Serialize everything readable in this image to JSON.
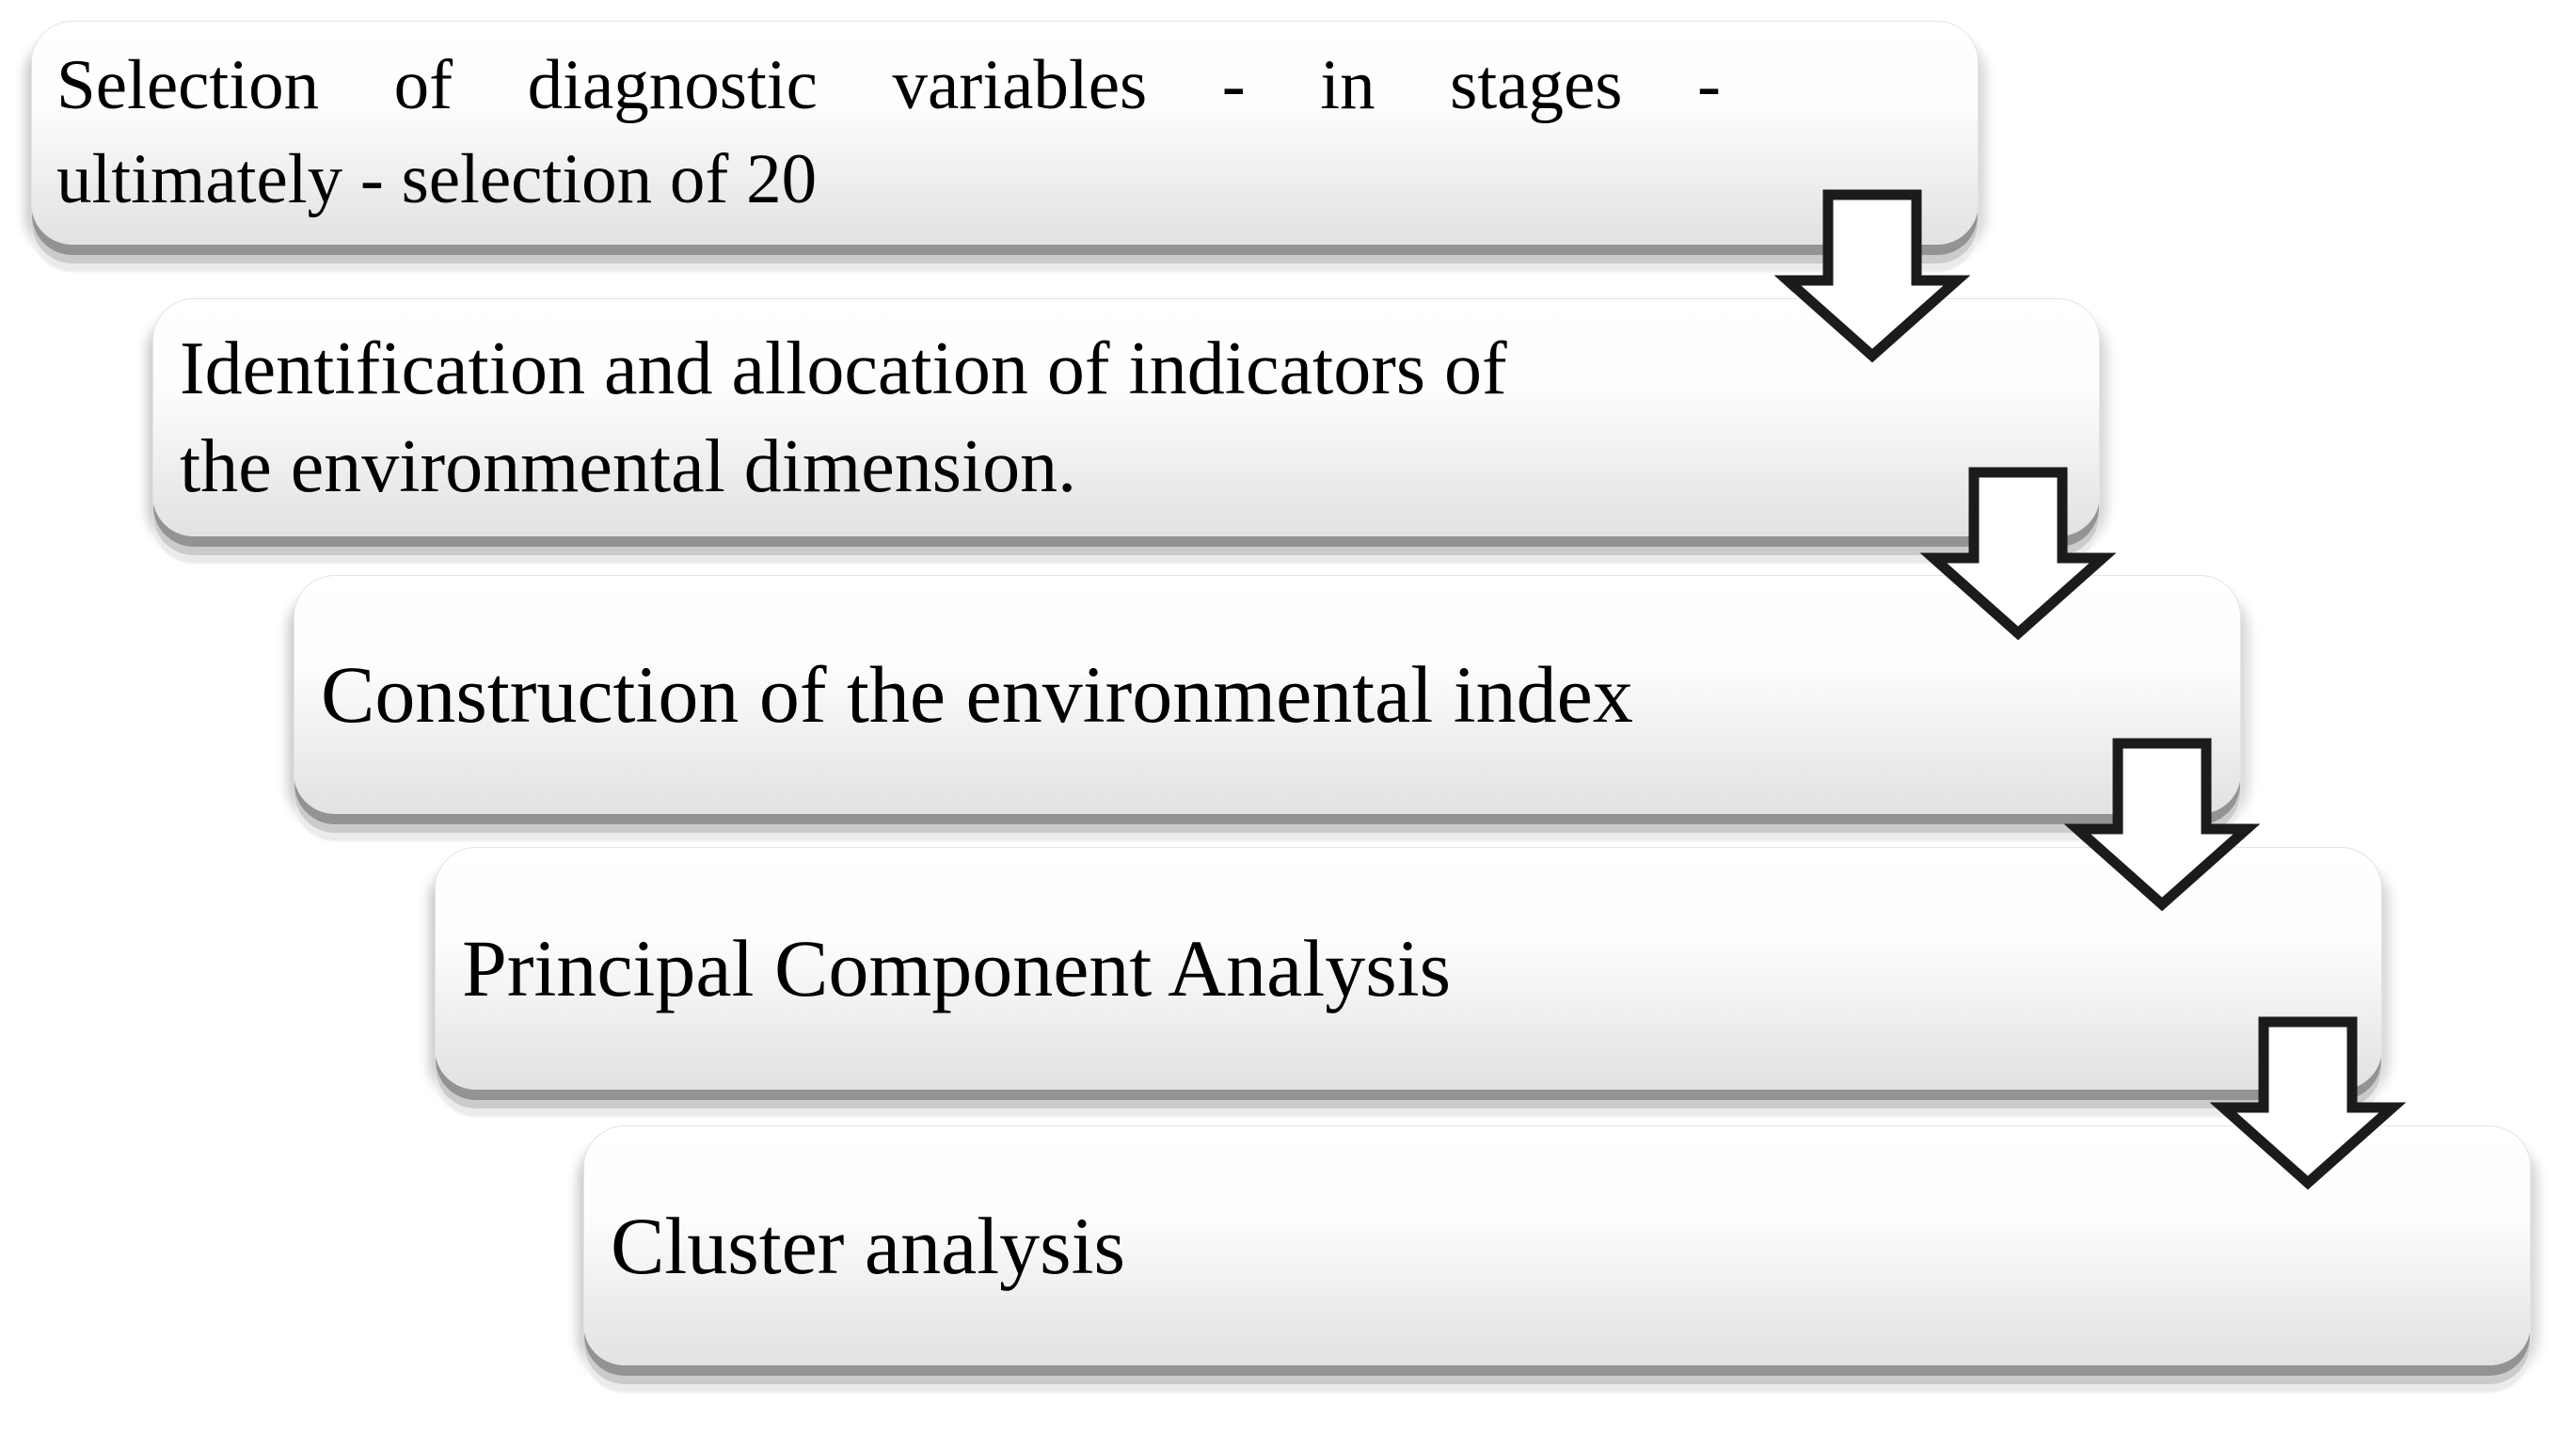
{
  "diagram": {
    "type": "staircase-process-flow",
    "stages": [
      {
        "step": 1,
        "lines": [
          "Selection of diagnostic variables - in stages -",
          "ultimately - selection of 20"
        ]
      },
      {
        "step": 2,
        "lines": [
          "Identification and allocation of indicators of",
          "the environmental dimension."
        ]
      },
      {
        "step": 3,
        "lines": [
          "Construction of the environmental index"
        ]
      },
      {
        "step": 4,
        "lines": [
          "Principal Component Analysis"
        ]
      },
      {
        "step": 5,
        "lines": [
          "Cluster analysis"
        ]
      }
    ],
    "arrows": [
      {
        "name": "down-arrow",
        "from_stage": 1,
        "to_stage": 2
      },
      {
        "name": "down-arrow",
        "from_stage": 2,
        "to_stage": 3
      },
      {
        "name": "down-arrow",
        "from_stage": 3,
        "to_stage": 4
      },
      {
        "name": "down-arrow",
        "from_stage": 4,
        "to_stage": 5
      }
    ],
    "colors": {
      "background": "#ffffff",
      "box_gradient_top": "#ffffff",
      "box_gradient_bottom": "#e2e2e2",
      "box_border": "#e3e3e3",
      "shadow_band_dark": "#939393",
      "shadow_band_light": "#cbcbcb",
      "arrow_fill": "#ffffff",
      "arrow_outline": "#1b1b1b",
      "text": "#000000"
    }
  }
}
